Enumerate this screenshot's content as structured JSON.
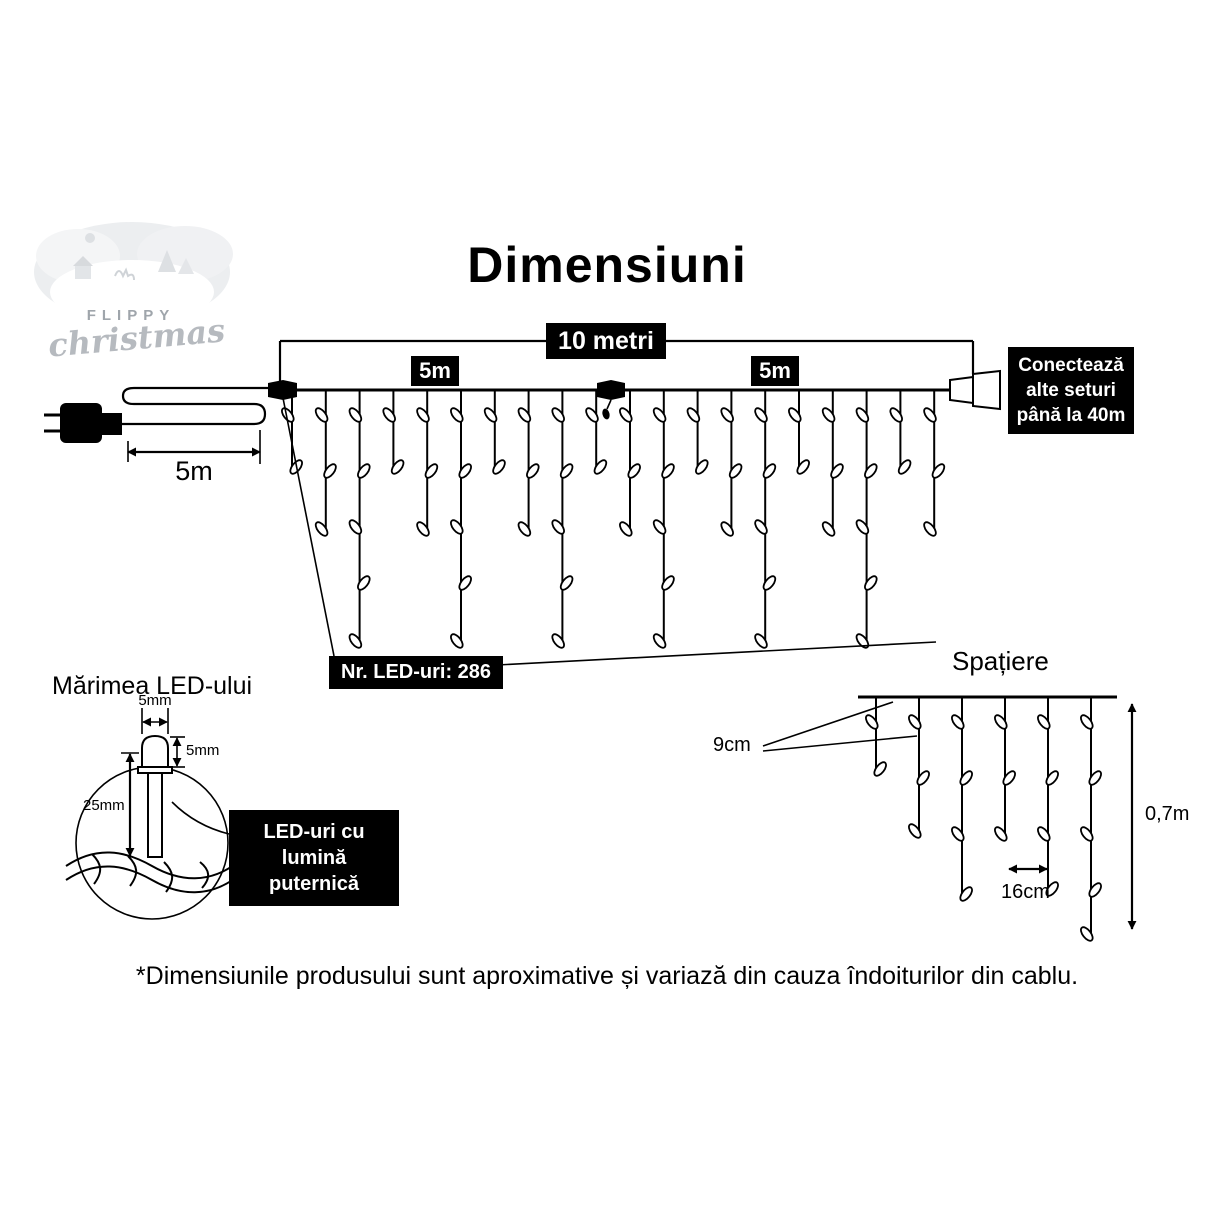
{
  "title": "Dimensiuni",
  "logo": {
    "name_top": "FLIPPY",
    "name_script": "christmas"
  },
  "dimensions": {
    "total_length": "10 metri",
    "left_half": "5m",
    "right_half": "5m",
    "lead_length": "5m",
    "connect_note": "Conectează alte seturi până la 40m",
    "led_count": "Nr. LED-uri: 286"
  },
  "spacing": {
    "title": "Spațiere",
    "bulb_gap": "9cm",
    "strand_gap": "16cm",
    "drop_height": "0,7m"
  },
  "led": {
    "title": "Mărimea LED-ului",
    "width": "5mm",
    "cap_height": "5mm",
    "total_height": "25mm",
    "note": "LED-uri cu lumină puternică"
  },
  "footnote": "*Dimensiunile produsului sunt aproximative și variază din cauza îndoiturilor din cablu."
}
